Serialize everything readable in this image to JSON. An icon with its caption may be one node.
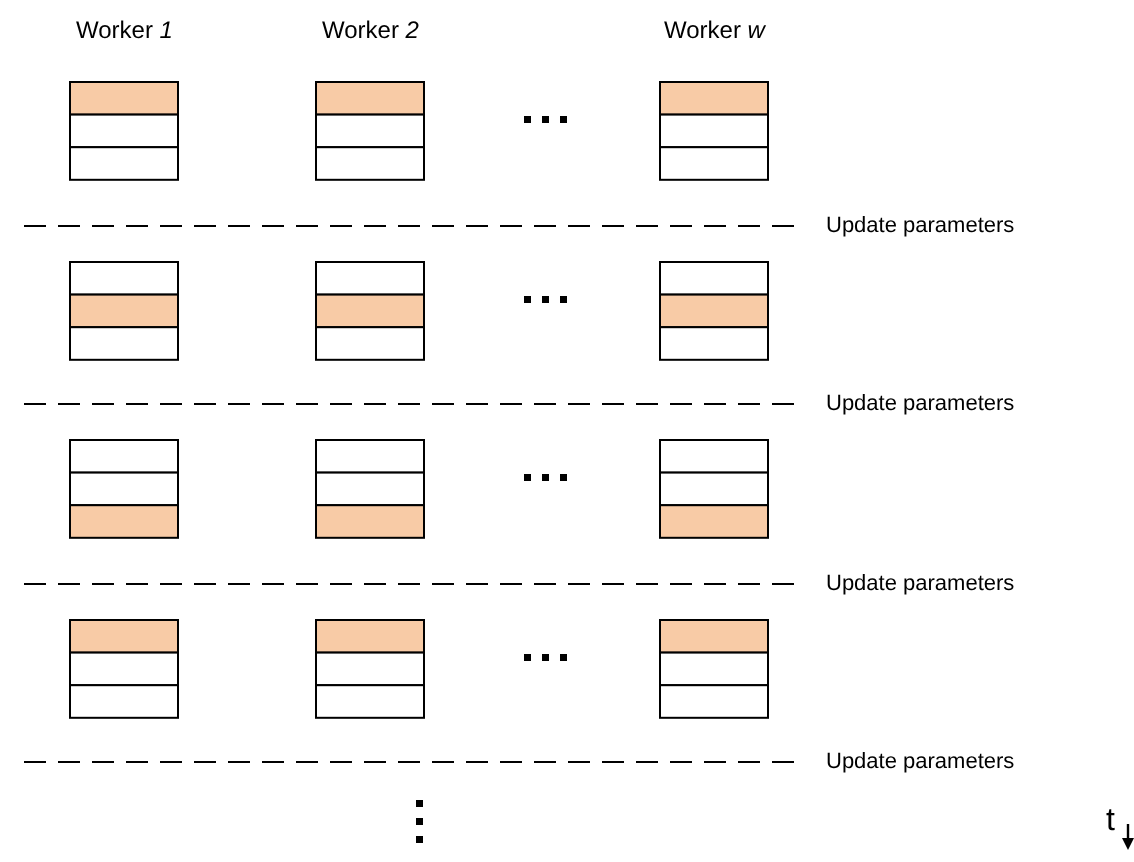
{
  "diagram": {
    "labels": [
      "Worker *1*",
      "Worker *2*",
      "Worker *w*",
      "Update parameters",
      "Update parameters",
      "Update parameters",
      "Update parameters",
      "t"
    ]
  }
}
